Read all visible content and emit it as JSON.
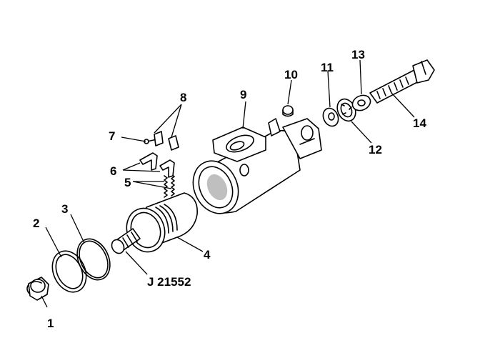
{
  "callouts": {
    "c1": "1",
    "c2": "2",
    "c3": "3",
    "c4": "4",
    "c5": "5",
    "c6": "6",
    "c7": "7",
    "c8": "8",
    "c9": "9",
    "c10": "10",
    "c11": "11",
    "c12": "12",
    "c13": "13",
    "c14": "14"
  },
  "tool_label": "J 21552"
}
